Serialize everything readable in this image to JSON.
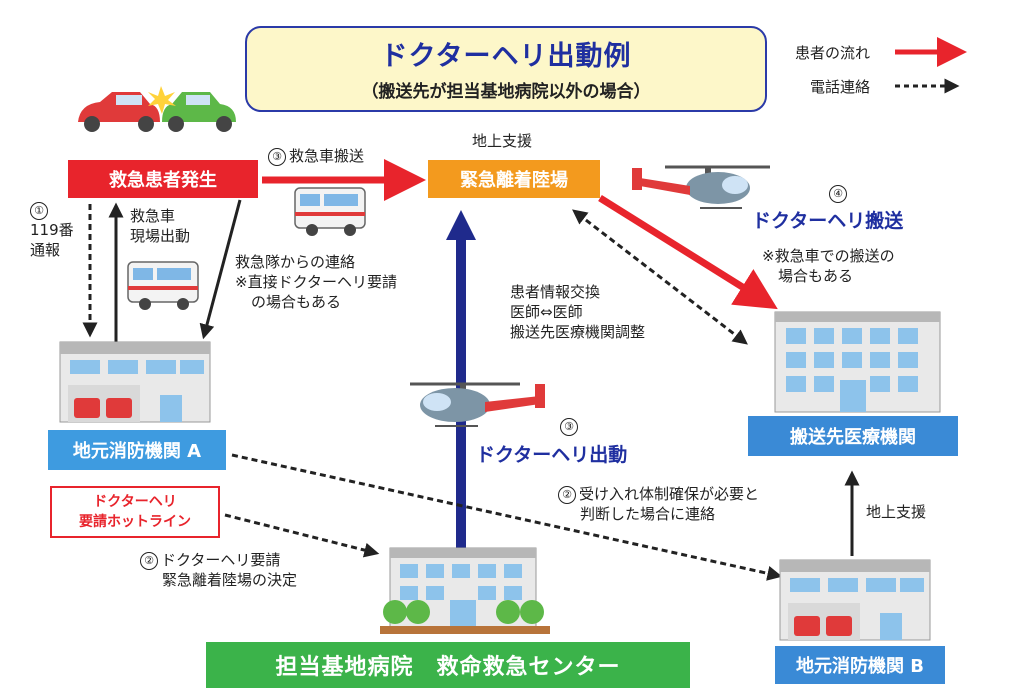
{
  "title": {
    "main": "ドクターヘリ出動例",
    "sub": "（搬送先が担当基地病院以外の場合）"
  },
  "legend": {
    "patient_flow": "患者の流れ",
    "phone_contact": "電話連絡"
  },
  "colors": {
    "red_flow": "#e8242c",
    "navy_flow": "#1f2a8c",
    "dark": "#222222",
    "orange": "#f39a1e",
    "blue": "#3e9be0",
    "green": "#3bb34a"
  },
  "nodes": {
    "emergency": "救急患者発生",
    "landing_site": "緊急離着陸場",
    "fire_a": "地元消防機関 A",
    "fire_b": "地元消防機関 B",
    "dest_hospital": "搬送先医療機関",
    "base_hospital": "担当基地病院　救命救急センター",
    "hotline_1": "ドクターヘリ",
    "hotline_2": "要請ホットライン"
  },
  "labels": {
    "call_num": "①",
    "call_1": "119番",
    "call_2": "通報",
    "ambulance_dispatch_1": "救急車",
    "ambulance_dispatch_2": "現場出動",
    "ambulance_transport_num": "③",
    "ambulance_transport": "救急車搬送",
    "ground_support_top": "地上支援",
    "rescue_contact_1": "救急隊からの連絡",
    "rescue_contact_2": "※直接ドクターヘリ要請",
    "rescue_contact_3": "の場合もある",
    "info_exchange_1": "患者情報交換",
    "info_exchange_2": "医師⇔医師",
    "info_exchange_3": "搬送先医療機関調整",
    "heli_transport_num": "④",
    "heli_transport": "ドクターヘリ搬送",
    "heli_transport_note_1": "※救急車での搬送の",
    "heli_transport_note_2": "場合もある",
    "heli_dispatch_num": "③",
    "heli_dispatch": "ドクターヘリ出動",
    "accept_num": "②",
    "accept_1": "受け入れ体制確保が必要と",
    "accept_2": "判断した場合に連絡",
    "request_num": "②",
    "request_1": "ドクターヘリ要請",
    "request_2": "緊急離着陸場の決定",
    "ground_support_right": "地上支援"
  }
}
